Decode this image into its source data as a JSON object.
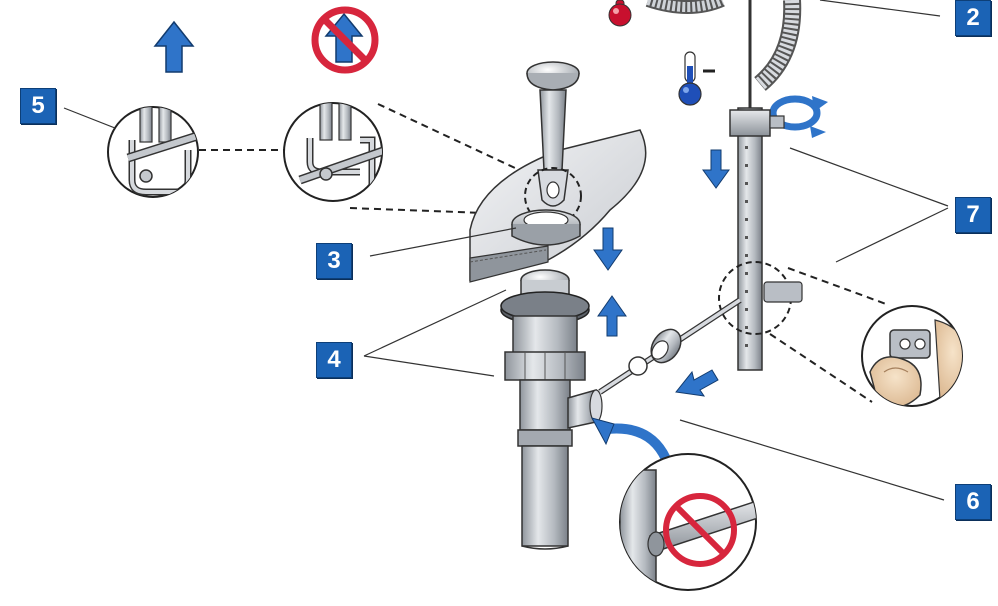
{
  "step_labels": [
    "2",
    "3",
    "4",
    "5",
    "6",
    "7"
  ],
  "colors": {
    "badge": "#1b63b5",
    "arrow": "#2f74c9",
    "prohibit": "#d7263d",
    "metal": "#b9bec5",
    "metal_dark": "#6d737a",
    "outline": "#222222",
    "hot": "#c8102e",
    "cold": "#1f4fb8"
  },
  "icons": [
    "arrow-up-icon",
    "prohibit-icon",
    "thermometer-hot-icon",
    "thermometer-cold-icon",
    "rotate-icon",
    "arrow-down-icon",
    "curved-arrow-icon"
  ]
}
